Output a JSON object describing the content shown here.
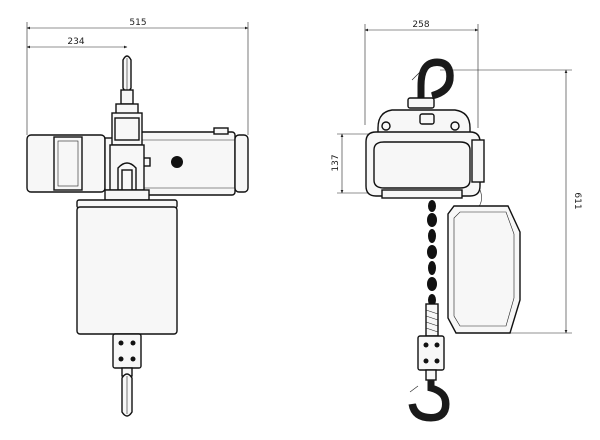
{
  "drawing": {
    "dimensions": {
      "overall_width": "515",
      "hook_offset": "234",
      "side_width": "258",
      "body_height": "137",
      "overall_height": "611"
    },
    "line_color": "#111111",
    "views": [
      "front-view",
      "side-view"
    ]
  }
}
